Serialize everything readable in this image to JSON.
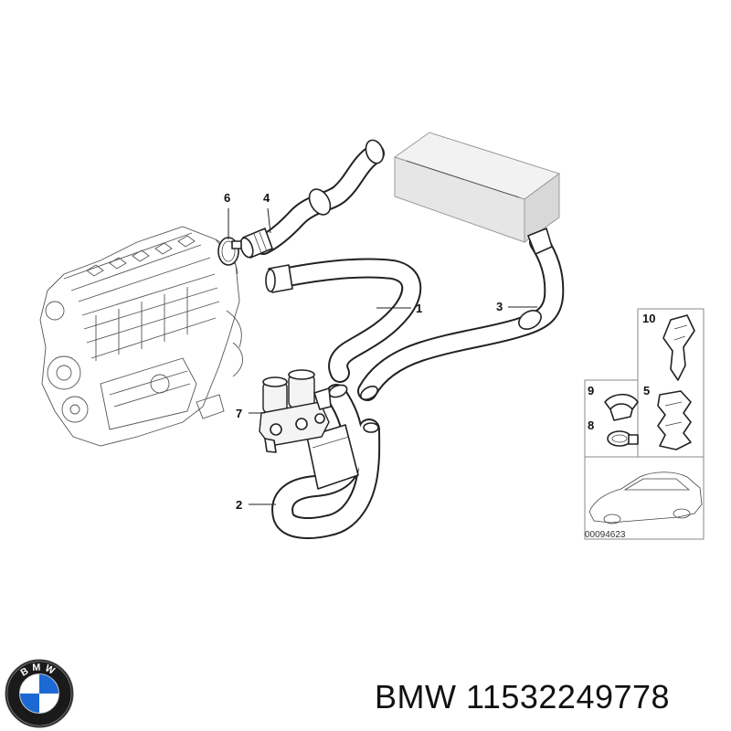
{
  "callouts": {
    "part_1": "1",
    "part_2": "2",
    "part_3": "3",
    "part_4": "4",
    "part_5": "5",
    "part_6": "6",
    "part_7": "7",
    "part_8": "8",
    "part_9": "9",
    "part_10": "10"
  },
  "reference_code": "00094623",
  "caption": {
    "brand": "BMW",
    "part_number": "11532249778"
  },
  "logo": {
    "letters": "BMW",
    "colors": {
      "blue": "#1c69d4",
      "white": "#ffffff",
      "ring": "#1a1a1a"
    }
  }
}
